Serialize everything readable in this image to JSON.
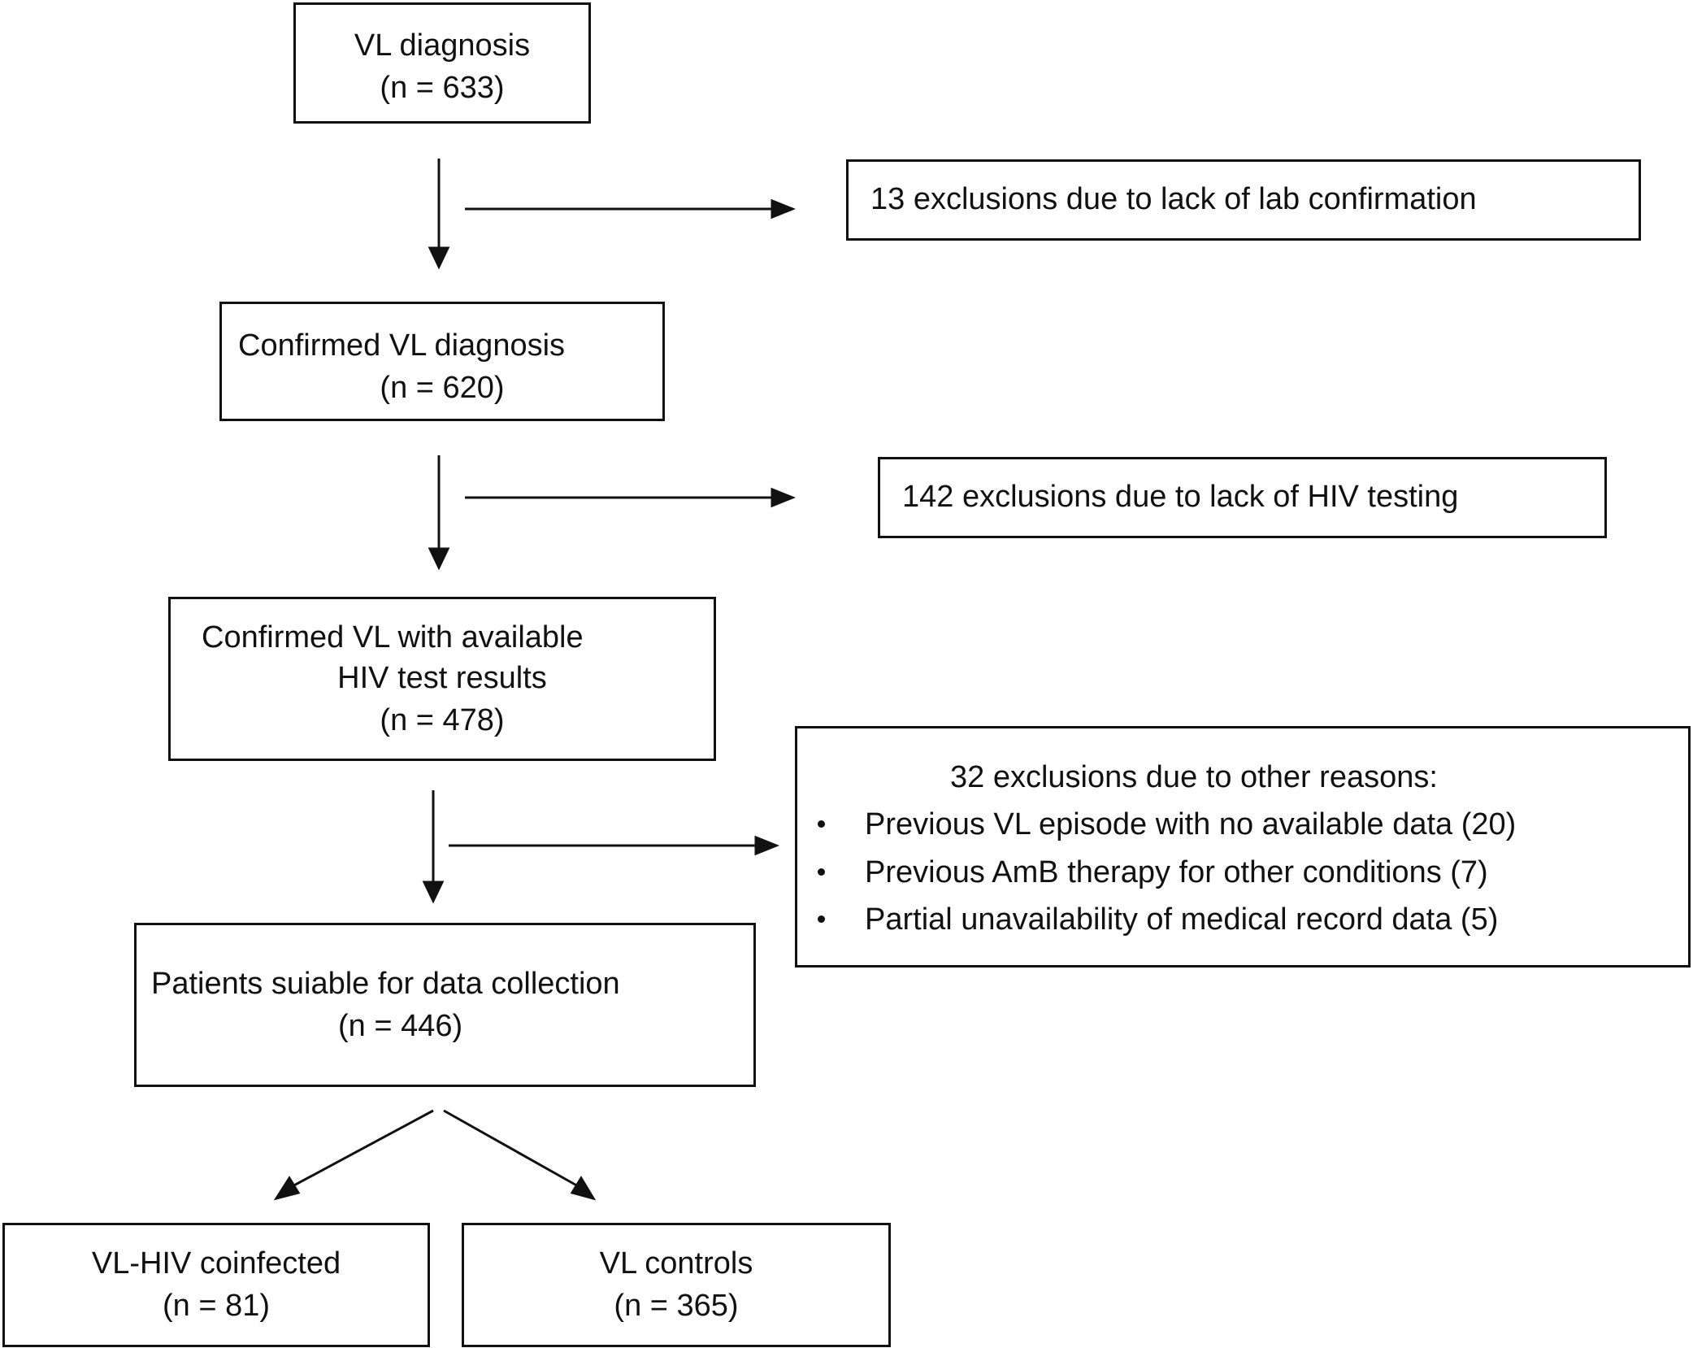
{
  "flowchart": {
    "step1": {
      "title": "VL diagnosis",
      "count": "(n = 633)"
    },
    "exclusion1": {
      "text": "13 exclusions due to lack of lab confirmation"
    },
    "step2": {
      "title": "Confirmed VL diagnosis",
      "count": "(n = 620)"
    },
    "exclusion2": {
      "text": "142 exclusions due to lack of HIV testing"
    },
    "step3": {
      "line1": "Confirmed VL with available",
      "line2": "HIV test results",
      "count": "(n = 478)"
    },
    "exclusion3": {
      "header": "32 exclusions due to other reasons:",
      "items": [
        "Previous VL episode with no available data (20)",
        "Previous AmB therapy for other conditions (7)",
        "Partial unavailability of medical record data (5)"
      ]
    },
    "step4": {
      "title": "Patients suiable for data collection",
      "count": "(n = 446)"
    },
    "group1": {
      "title": "VL-HIV coinfected",
      "count": "(n = 81)"
    },
    "group2": {
      "title": "VL controls",
      "count": "(n = 365)"
    }
  }
}
